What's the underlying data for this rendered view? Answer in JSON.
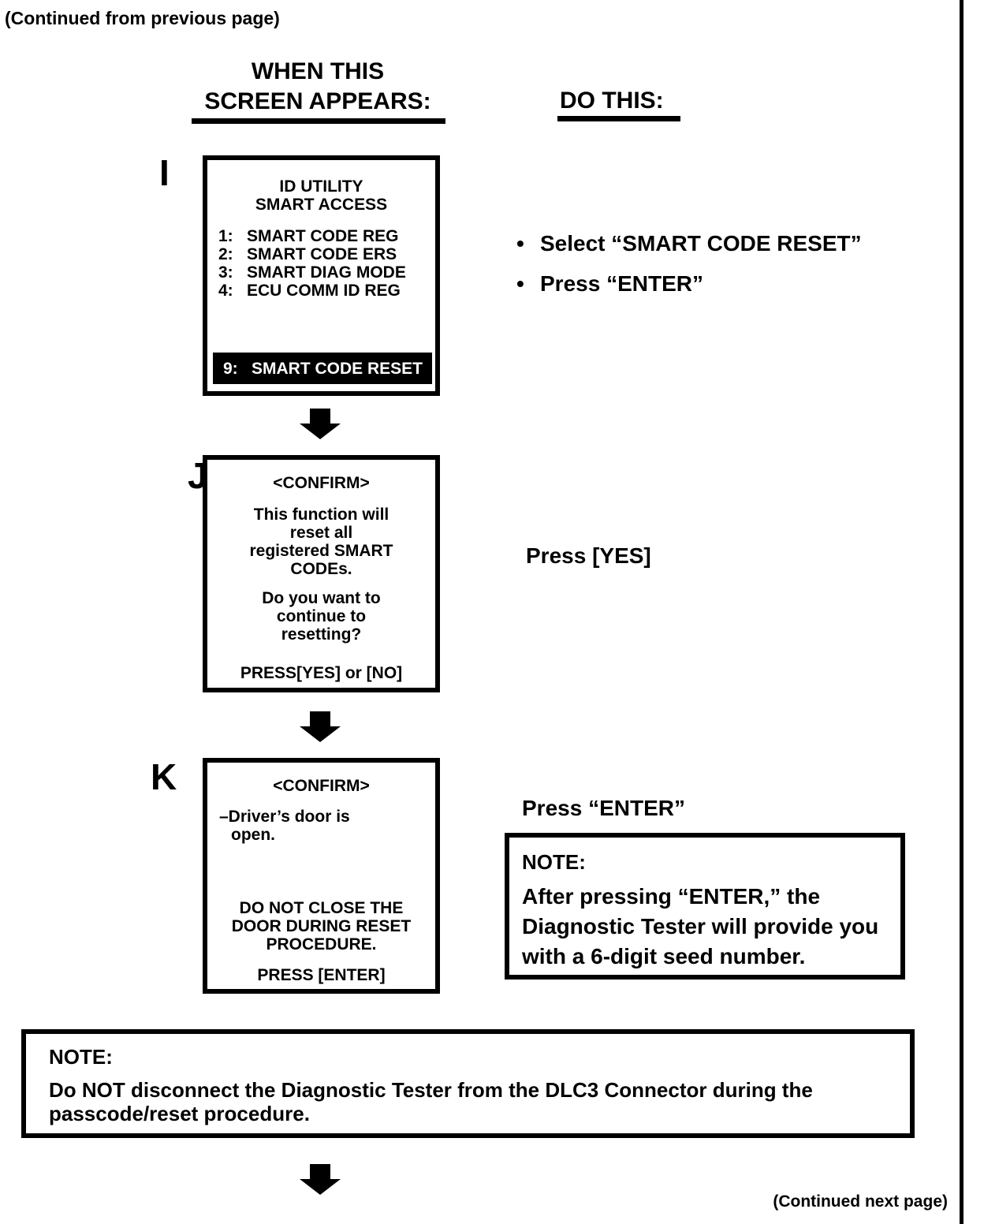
{
  "page": {
    "continued_from": "(Continued from previous page)",
    "continued_next": "(Continued next page)",
    "colors": {
      "ink": "#000000",
      "paper": "#ffffff",
      "highlight_bg": "#000000",
      "highlight_text": "#ffffff"
    }
  },
  "headers": {
    "when_line1": "WHEN THIS",
    "when_line2": "SCREEN APPEARS:",
    "do_this": "DO THIS:"
  },
  "step_i": {
    "label": "I",
    "screen": {
      "title_line1": "ID UTILITY",
      "title_line2": "SMART ACCESS",
      "menu_items": [
        {
          "num": "1:",
          "text": "SMART CODE REG"
        },
        {
          "num": "2:",
          "text": "SMART CODE ERS"
        },
        {
          "num": "3:",
          "text": "SMART DIAG MODE"
        },
        {
          "num": "4:",
          "text": "ECU COMM ID REG"
        }
      ],
      "highlighted_item": {
        "num": "9:",
        "text": "SMART CODE RESET"
      }
    },
    "actions": [
      {
        "bullet": "•",
        "text": "Select “SMART CODE RESET”"
      },
      {
        "bullet": "•",
        "text": "Press “ENTER”"
      }
    ]
  },
  "step_j": {
    "label": "J",
    "screen": {
      "title": "<CONFIRM>",
      "body1_line1": "This function will",
      "body1_line2": "reset all",
      "body1_line3": "registered SMART",
      "body1_line4": "CODEs.",
      "body2_line1": "Do you want to",
      "body2_line2": "continue to",
      "body2_line3": "resetting?",
      "footer": "PRESS[YES] or [NO]"
    },
    "action": "Press [YES]"
  },
  "step_k": {
    "label": "K",
    "screen": {
      "title": "<CONFIRM>",
      "item_line1": "–Driver’s door is",
      "item_line2": "open.",
      "warn_line1": "DO NOT CLOSE THE",
      "warn_line2": "DOOR DURING RESET",
      "warn_line3": "PROCEDURE.",
      "footer": "PRESS [ENTER]"
    },
    "action": "Press “ENTER”",
    "note": {
      "title": "NOTE:",
      "line1": "After pressing “ENTER,” the",
      "line2": "Diagnostic Tester will provide you",
      "line3": "with a 6-digit seed number."
    }
  },
  "bottom_note": {
    "title": "NOTE:",
    "line1": "Do NOT disconnect the Diagnostic Tester from the DLC3 Connector during the",
    "line2": "passcode/reset procedure."
  }
}
